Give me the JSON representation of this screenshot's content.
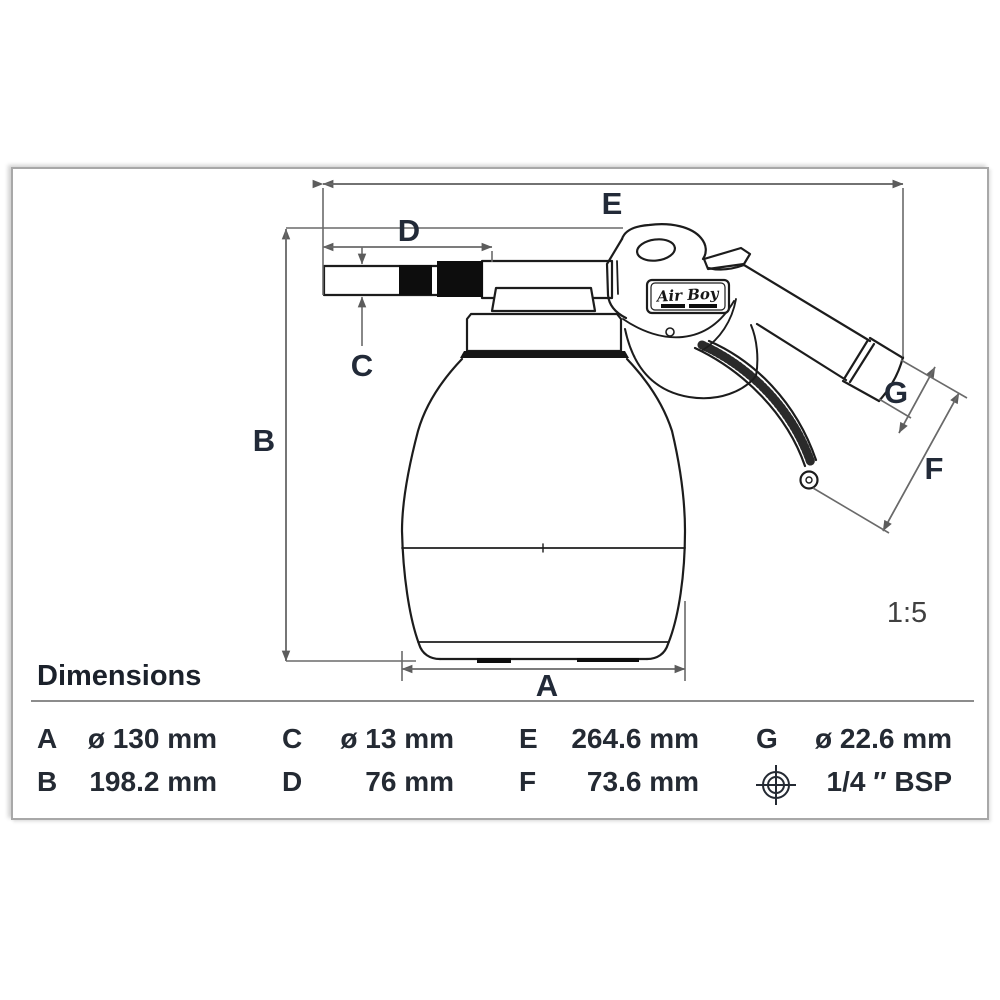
{
  "drawing": {
    "labels": {
      "A": "A",
      "B": "B",
      "C": "C",
      "D": "D",
      "E": "E",
      "F": "F",
      "G": "G"
    },
    "scale": "1:5",
    "logo": "Air Boy"
  },
  "table": {
    "title": "Dimensions",
    "rows": [
      {
        "cells": [
          {
            "label": "A",
            "value": "ø 130 mm"
          },
          {
            "label": "C",
            "value": "ø 13 mm"
          },
          {
            "label": "E",
            "value": "264.6 mm"
          },
          {
            "label": "G",
            "value": "ø 22.6 mm"
          }
        ]
      },
      {
        "cells": [
          {
            "label": "B",
            "value": "198.2 mm"
          },
          {
            "label": "D",
            "value": "76 mm"
          },
          {
            "label": "F",
            "value": "73.6 mm"
          },
          {
            "label": "",
            "value": "1/4 ″ BSP",
            "symbol": "thread-position-crosshair"
          }
        ]
      }
    ]
  },
  "colors": {
    "object_line": "#1f1f1f",
    "dimension_line": "#6b6b6b",
    "label_text": "#232b38",
    "table_text": "#242a33",
    "band_fill": "#111111",
    "panel_border": "#a8a8a8"
  }
}
